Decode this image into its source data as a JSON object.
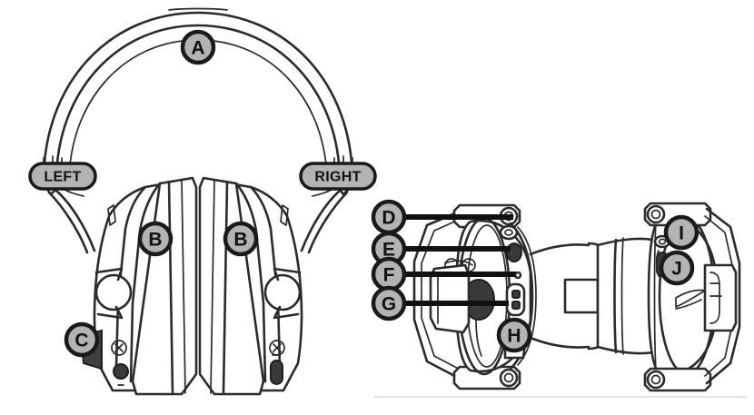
{
  "figure": {
    "title": "Headphone component callout diagram",
    "background_color": "#ffffff",
    "line_color": "#2b2b2b",
    "callout_fill_color": "#b3b3b3",
    "callout_stroke_color": "#1a1a1a"
  },
  "views": {
    "front": {
      "name": "front-view",
      "side_labels": [
        {
          "id": "left",
          "text": "LEFT"
        },
        {
          "id": "right",
          "text": "RIGHT"
        }
      ],
      "callouts": [
        {
          "id": "a",
          "label": "A",
          "target": "headband"
        },
        {
          "id": "b_left",
          "label": "B",
          "target": "left-earcup"
        },
        {
          "id": "b_right",
          "label": "B",
          "target": "right-earcup"
        },
        {
          "id": "c",
          "label": "C",
          "target": "left-earcup-tab"
        }
      ]
    },
    "side": {
      "name": "side-view",
      "callouts": [
        {
          "id": "d",
          "label": "D",
          "target": "top-port"
        },
        {
          "id": "e",
          "label": "E",
          "target": "oval-button"
        },
        {
          "id": "f",
          "label": "F",
          "target": "indicator-led"
        },
        {
          "id": "g",
          "label": "G",
          "target": "slider-switch"
        },
        {
          "id": "h",
          "label": "H",
          "target": "lower-tab"
        },
        {
          "id": "i",
          "label": "I",
          "target": "upper-right-port"
        },
        {
          "id": "j",
          "label": "J",
          "target": "right-side-switch"
        }
      ]
    }
  }
}
